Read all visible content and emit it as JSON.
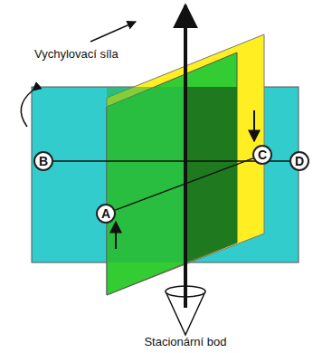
{
  "diagram": {
    "nodes": [
      {
        "text": [
          "B"
        ]
      },
      {
        "text": [
          "A"
        ]
      },
      {
        "text": [
          "C"
        ]
      },
      {
        "text": [
          "D"
        ]
      }
    ],
    "edges": [
      {
        "from": 0,
        "to": 3,
        "arrow": "none"
      },
      {
        "from": 1,
        "to": 2,
        "arrow": "none"
      }
    ],
    "labels": [
      "Vychylovací síla",
      "Stacionární bod"
    ]
  }
}
